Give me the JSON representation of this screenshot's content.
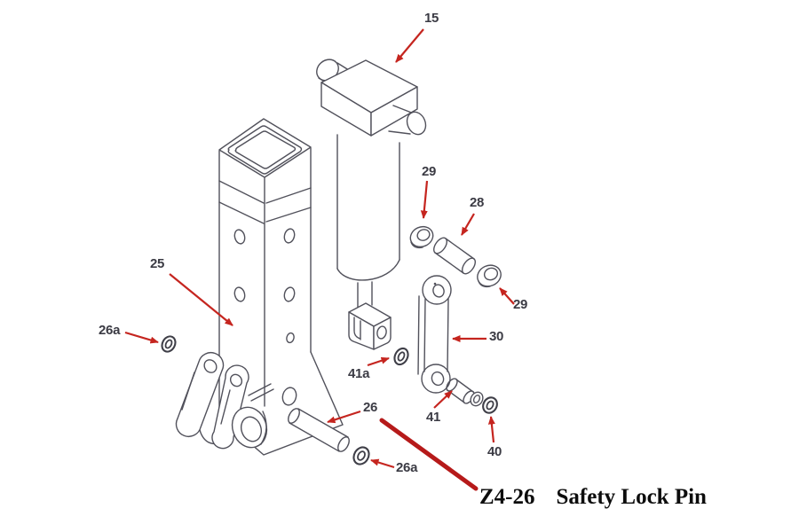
{
  "diagram_type": "exploded-parts-diagram",
  "callout": {
    "code": "Z4-26",
    "name": "Safety Lock Pin"
  },
  "part_labels": [
    {
      "text": "15"
    },
    {
      "text": "29"
    },
    {
      "text": "28"
    },
    {
      "text": "29"
    },
    {
      "text": "25"
    },
    {
      "text": "26a"
    },
    {
      "text": "30"
    },
    {
      "text": "41a"
    },
    {
      "text": "26"
    },
    {
      "text": "41"
    },
    {
      "text": "40"
    },
    {
      "text": "26a"
    }
  ],
  "colors": {
    "background": "#ffffff",
    "line_art": "#51515b",
    "label_text": "#3b3b44",
    "arrow_red": "#c5251f",
    "callout_line_red": "#b61a1a",
    "callout_text": "#0d0d0d"
  }
}
